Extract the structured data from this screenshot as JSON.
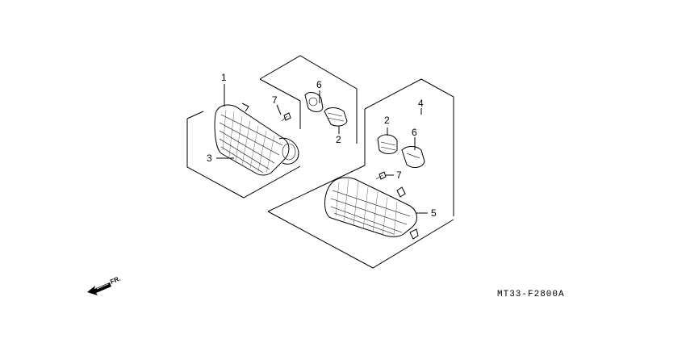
{
  "labels": {
    "l1": "1",
    "l2a": "2",
    "l2b": "2",
    "l3": "3",
    "l4": "4",
    "l5": "5",
    "l6a": "6",
    "l6b": "6",
    "l7a": "7",
    "l7b": "7"
  },
  "direction_mark": "FR.",
  "diagram_code": "MT33-F2800A"
}
